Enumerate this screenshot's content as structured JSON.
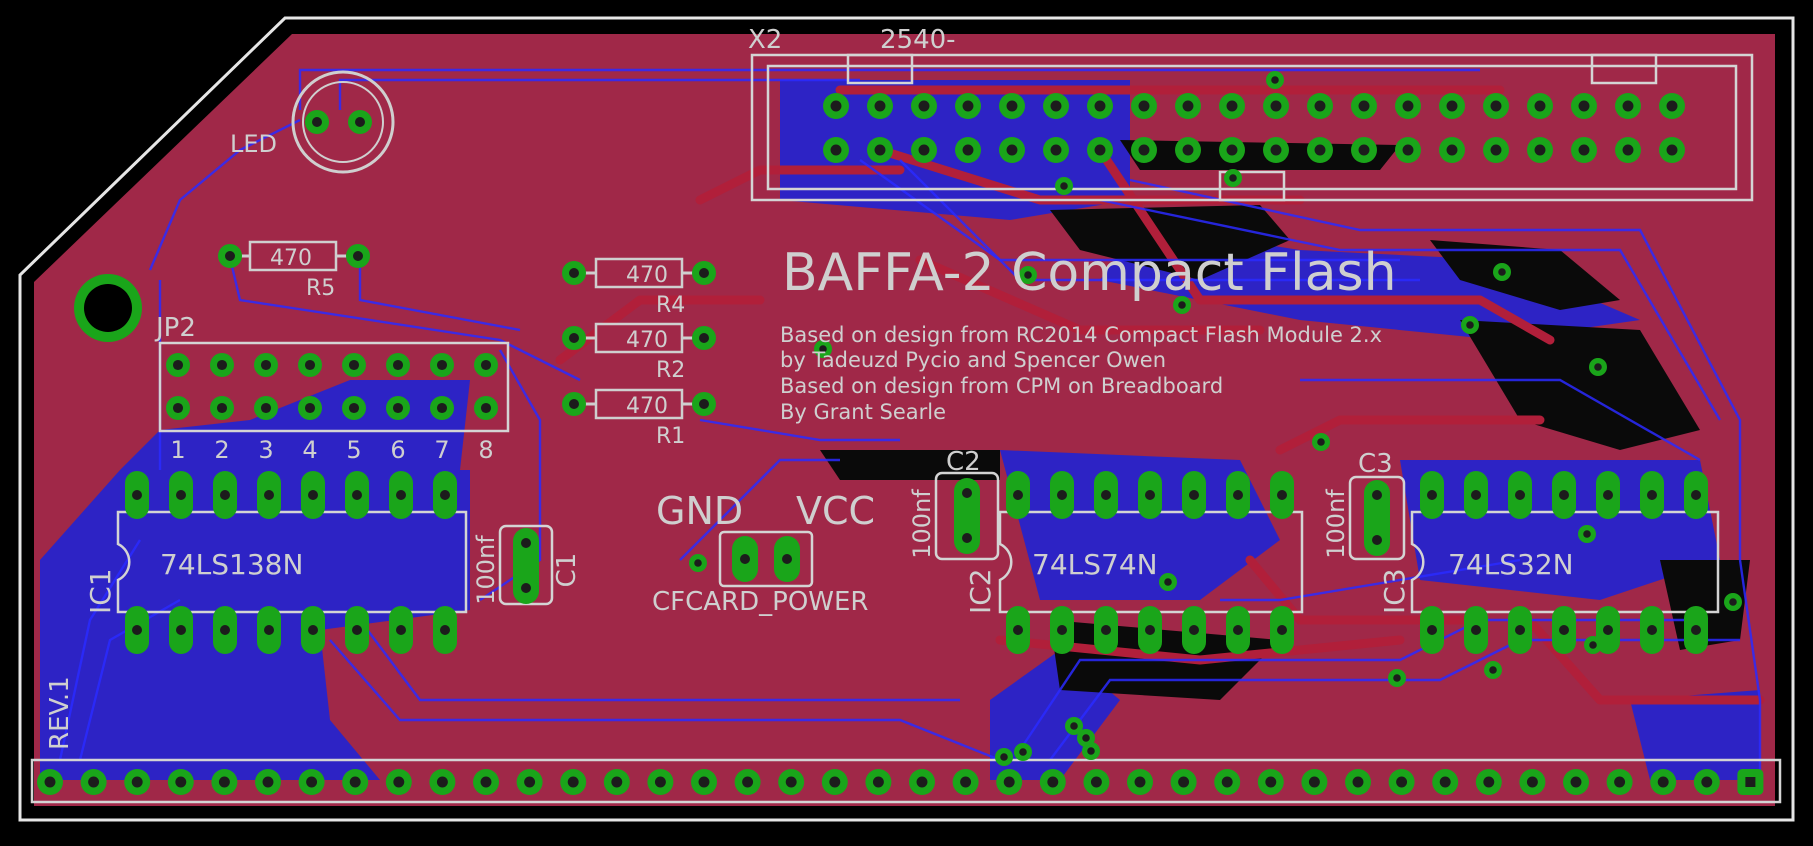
{
  "colors": {
    "background": "#000000",
    "board_outline": "#ffffff",
    "top_copper": "#a02848",
    "bottom_copper": "#2323d0",
    "pads": "#1aa51a",
    "silkscreen": "#cfcfcf"
  },
  "board": {
    "title": "BAFFA-2 Compact Flash",
    "credits": [
      "Based on design from RC2014 Compact Flash Module 2.x",
      "by Tadeuzd Pycio and Spencer Owen",
      "Based on design from CPM on Breadboard",
      "By Grant Searle"
    ],
    "revision": "REV.1"
  },
  "connectors": {
    "x2": {
      "name": "X2",
      "value": "2540-"
    },
    "jp2": {
      "name": "JP2",
      "pin_numbers": [
        "1",
        "2",
        "3",
        "4",
        "5",
        "6",
        "7",
        "8"
      ]
    },
    "power": {
      "name": "CFCARD_POWER",
      "label_gnd": "GND",
      "label_vcc": "VCC"
    }
  },
  "components": {
    "led": {
      "name": "LED"
    },
    "r5": {
      "name": "R5",
      "value": "470"
    },
    "r4": {
      "name": "R4",
      "value": "470"
    },
    "r2": {
      "name": "R2",
      "value": "470"
    },
    "r1": {
      "name": "R1",
      "value": "470"
    },
    "c1": {
      "name": "C1",
      "value": "100nf"
    },
    "c2": {
      "name": "C2",
      "value": "100nf"
    },
    "c3": {
      "name": "C3",
      "value": "100nf"
    },
    "ic1": {
      "name": "IC1",
      "value": "74LS138N"
    },
    "ic2": {
      "name": "IC2",
      "value": "74LS74N"
    },
    "ic3": {
      "name": "IC3",
      "value": "74LS32N"
    }
  }
}
